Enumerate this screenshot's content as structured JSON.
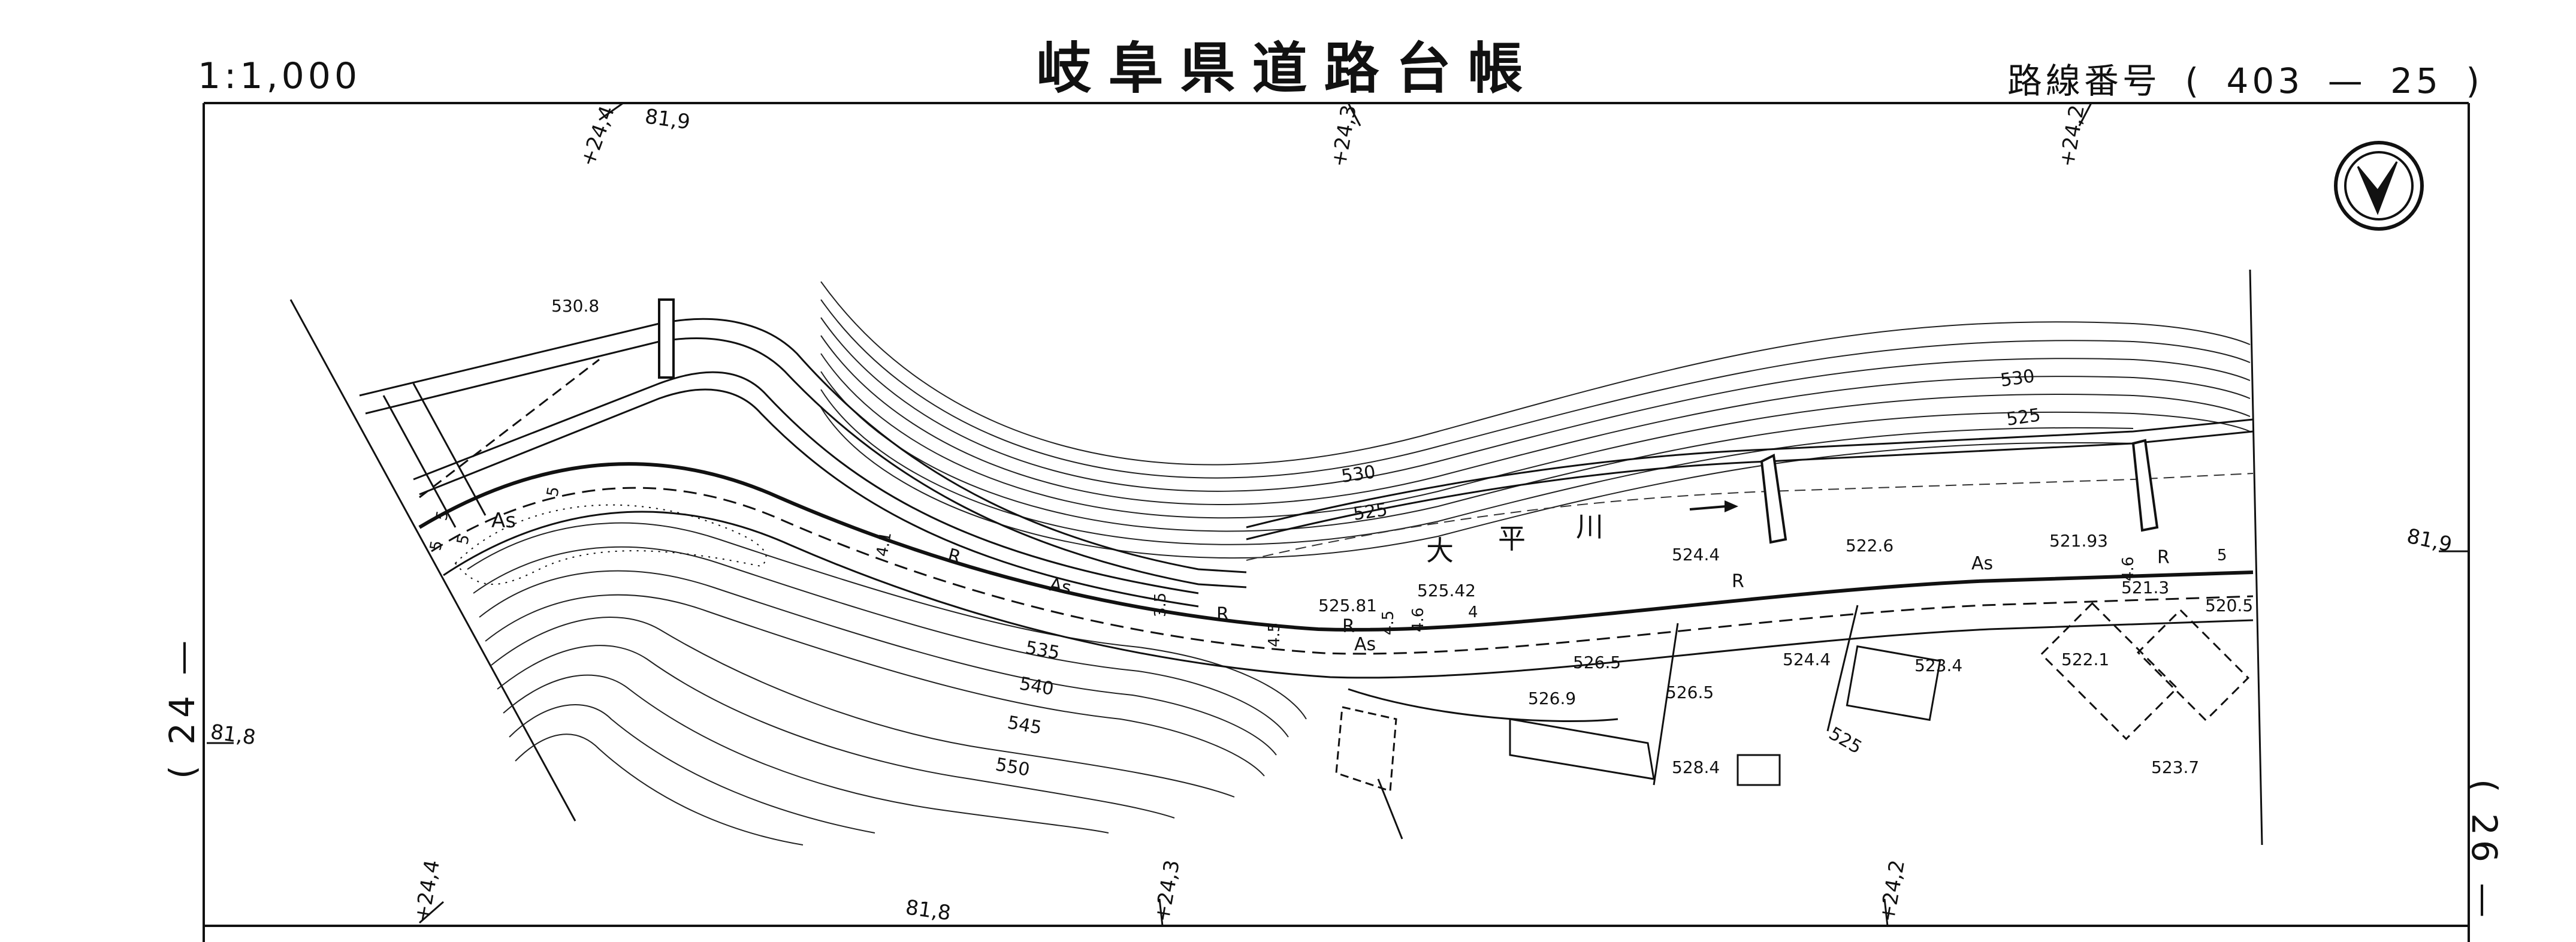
{
  "header": {
    "title": "岐阜県道路台帳",
    "scale": "1:1,000",
    "route_label": "路線番号",
    "route_open": "(",
    "route_main": "403",
    "route_dash": "—",
    "route_sub": "25",
    "route_close": ")"
  },
  "sheets": {
    "left": "( 24 —",
    "right": "( 26 —"
  },
  "north_symbol": "north-arrow",
  "grid_ticks": {
    "top": [
      "+24,4",
      "81,9",
      "+24,3",
      "+24,2"
    ],
    "bottom": [
      "+24,4",
      "81,8",
      "+24,3",
      "+24,2"
    ],
    "left": [
      "81,8"
    ],
    "right": [
      "81,9"
    ]
  },
  "river": {
    "name_1": "大",
    "name_2": "平",
    "name_3": "川"
  },
  "contours": [
    "530",
    "525",
    "530",
    "525",
    "535",
    "540",
    "545",
    "550",
    "525"
  ],
  "spot_heights": [
    "530.8",
    "524.4",
    "522.6",
    "521.93",
    "521.3",
    "525.81",
    "525.42",
    "520.5",
    "526.5",
    "524.4",
    "523.4",
    "522.1",
    "526.9",
    "526.5",
    "528.4",
    "523.7"
  ],
  "road_marks": {
    "surface": "As",
    "r": "R",
    "widths": [
      "5",
      "5",
      "5",
      "5",
      "4.1",
      "3.5",
      "4.5",
      "4.5",
      "4.6",
      "4",
      "4.6",
      "5"
    ]
  }
}
